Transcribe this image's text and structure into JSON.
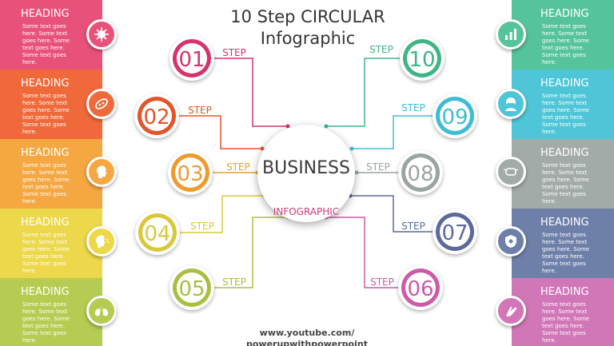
{
  "title": "10 Step CIRCULAR Infographic",
  "center": {
    "word": "BUSINESS",
    "subtitle": "INFOGRAPHIC"
  },
  "footer": "www.youtube.com/ powerupwithpowerpoint",
  "panels": [
    {
      "heading": "HEADING",
      "body": "Some text goes here. Some text goes here. Some text goes here. Some text goes here.",
      "icon": "virus-icon",
      "color": "#e8527a"
    },
    {
      "heading": "HEADING",
      "body": "Some text goes here. Some text goes here. Some text goes here. Some text goes here.",
      "icon": "bacteria-icon",
      "color": "#f0693a"
    },
    {
      "heading": "HEADING",
      "body": "Some text goes here. Some text goes here. Some text goes here. Some text goes here.",
      "icon": "sick-person-icon",
      "color": "#f5a742"
    },
    {
      "heading": "HEADING",
      "body": "Some text goes here. Some text goes here. Some text goes here. Some text goes here.",
      "icon": "sneeze-icon",
      "color": "#ecd84a"
    },
    {
      "heading": "HEADING",
      "body": "Some text goes here. Some text goes here. Some text goes here. Some text goes here.",
      "icon": "lungs-icon",
      "color": "#b5cc52"
    },
    {
      "heading": "HEADING",
      "body": "Some text goes here. Some text goes here. Some text goes here. Some text goes here.",
      "icon": "chart-icon",
      "color": "#56c49a"
    },
    {
      "heading": "HEADING",
      "body": "Some text goes here. Some text goes here. Some text goes here. Some text goes here.",
      "icon": "mask-person-icon",
      "color": "#4fc6d8"
    },
    {
      "heading": "HEADING",
      "body": "Some text goes here. Some text goes here. Some text goes here. Some text goes here.",
      "icon": "face-mask-icon",
      "color": "#a3aba8"
    },
    {
      "heading": "HEADING",
      "body": "Some text goes here. Some text goes here. Some text goes here. Some text goes here.",
      "icon": "shield-virus-icon",
      "color": "#6e7faa"
    },
    {
      "heading": "HEADING",
      "body": "Some text goes here. Some text goes here. Some text goes here. Some text goes here.",
      "icon": "hand-wash-icon",
      "color": "#d176b7"
    }
  ],
  "steps": [
    {
      "number": "01",
      "label": "STEP",
      "color": "#d6336c"
    },
    {
      "number": "02",
      "label": "STEP",
      "color": "#e4542a"
    },
    {
      "number": "03",
      "label": "STEP",
      "color": "#ee9b2e"
    },
    {
      "number": "04",
      "label": "STEP",
      "color": "#d8c83a"
    },
    {
      "number": "05",
      "label": "STEP",
      "color": "#a8c040"
    },
    {
      "number": "06",
      "label": "STEP",
      "color": "#cc5aa8"
    },
    {
      "number": "07",
      "label": "STEP",
      "color": "#5a6a9a"
    },
    {
      "number": "08",
      "label": "STEP",
      "color": "#9aa4a0"
    },
    {
      "number": "09",
      "label": "STEP",
      "color": "#3fbdd0"
    },
    {
      "number": "10",
      "label": "STEP",
      "color": "#3eb585"
    }
  ]
}
